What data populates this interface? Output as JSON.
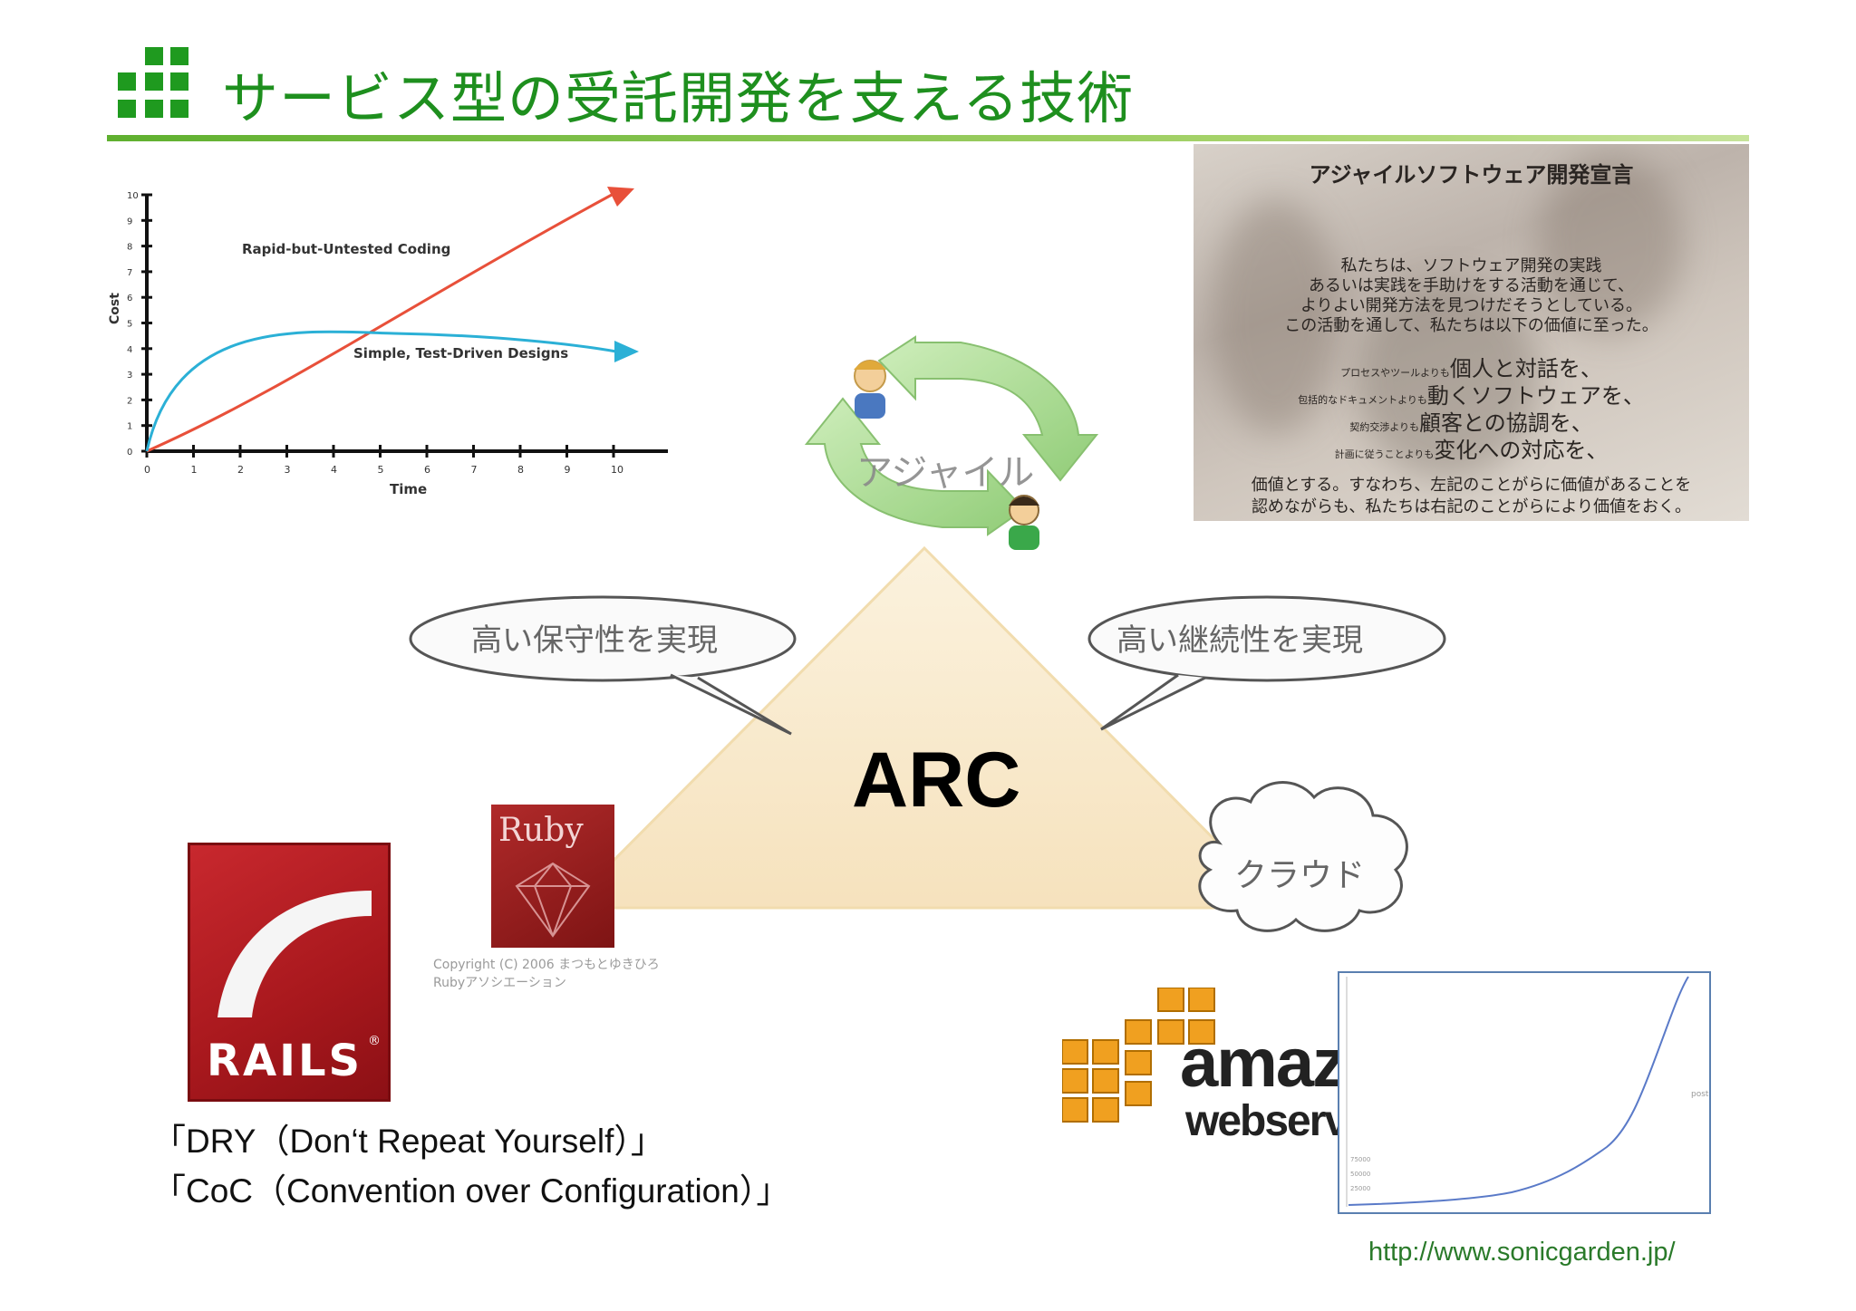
{
  "title": "サービス型の受託開発を支える技術",
  "cost_chart": {
    "curve1_label": "Rapid-but-Untested Coding",
    "curve2_label": "Simple, Test-Driven Designs",
    "xlabel": "Time",
    "ylabel": "Cost",
    "xticks": [
      "0",
      "1",
      "2",
      "3",
      "4",
      "5",
      "6",
      "7",
      "8",
      "9",
      "10"
    ],
    "yticks": [
      "0",
      "1",
      "2",
      "3",
      "4",
      "5",
      "6",
      "7",
      "8",
      "9",
      "10"
    ],
    "colors": {
      "curve1": "#e8503a",
      "curve2": "#2bb0d6"
    }
  },
  "agile_cycle": {
    "label": "アジャイル"
  },
  "manifesto": {
    "heading": "アジャイルソフトウェア開発宣言",
    "intro": [
      "私たちは、ソフトウェア開発の実践",
      "あるいは実践を手助けをする活動を通じて、",
      "よりよい開発方法を見つけだそうとしている。",
      "この活動を通して、私たちは以下の価値に至った。"
    ],
    "values": [
      {
        "lesser": "プロセスやツールよりも",
        "greater": "個人と対話を、"
      },
      {
        "lesser": "包括的なドキュメントよりも",
        "greater": "動くソフトウェアを、"
      },
      {
        "lesser": "契約交渉よりも",
        "greater": "顧客との協調を、"
      },
      {
        "lesser": "計画に従うことよりも",
        "greater": "変化への対応を、"
      }
    ],
    "outro": [
      "価値とする。すなわち、左記のことがらに価値があることを",
      "認めながらも、私たちは右記のことがらにより価値をおく。"
    ]
  },
  "bubble_left": "高い保守性を実現",
  "bubble_right": "高い継続性を実現",
  "center_label": "ARC",
  "cloud_label": "クラウド",
  "ruby": {
    "logo_text": "Ruby",
    "copyright_line1": "Copyright (C) 2006 まつもとゆきひろ",
    "copyright_line2": "Rubyアソシエーション"
  },
  "rails": {
    "logo_text": "RAILS",
    "registered": "®"
  },
  "aws": {
    "brand": "amazon",
    "sub": "webservices",
    "tm": "™"
  },
  "aws_chart": {
    "series_label": "post",
    "yticks": [
      "75000",
      "50000",
      "25000"
    ]
  },
  "caption": {
    "line1": "「DRY（Don‘t Repeat Yourself）」",
    "line2": "「CoC（Convention over Configuration）」"
  },
  "url": "http://www.sonicgarden.jp/",
  "colors": {
    "title_green": "#1e8f1e",
    "accent_orange": "#f0a020"
  }
}
